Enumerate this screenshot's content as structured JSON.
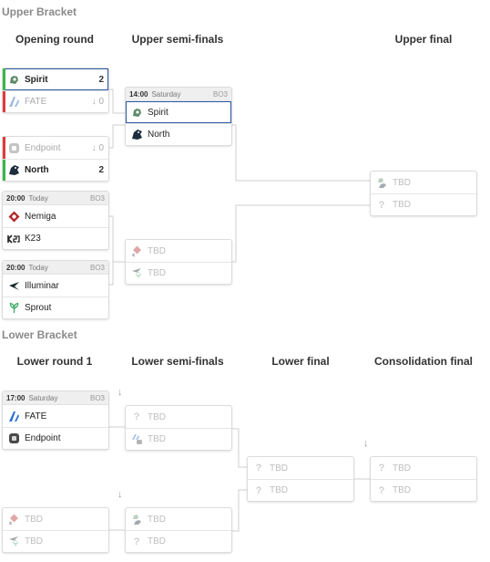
{
  "upper": {
    "title": "Upper Bracket",
    "rounds": [
      "Opening round",
      "Upper semi-finals",
      "Upper final"
    ],
    "m1": {
      "a": {
        "name": "Spirit",
        "score": "2"
      },
      "b": {
        "name": "FATE",
        "score": "0"
      }
    },
    "m2": {
      "a": {
        "name": "Endpoint",
        "score": "0"
      },
      "b": {
        "name": "North",
        "score": "2"
      }
    },
    "m3": {
      "time": "20:00",
      "day": "Today",
      "format": "BO3",
      "a": {
        "name": "Nemiga"
      },
      "b": {
        "name": "K23"
      }
    },
    "m4": {
      "time": "20:00",
      "day": "Today",
      "format": "BO3",
      "a": {
        "name": "Illuminar"
      },
      "b": {
        "name": "Sprout"
      }
    },
    "s1": {
      "time": "14:00",
      "day": "Saturday",
      "format": "BO3",
      "a": {
        "name": "Spirit"
      },
      "b": {
        "name": "North"
      }
    },
    "s2": {
      "a": {
        "name": "TBD"
      },
      "b": {
        "name": "TBD"
      }
    },
    "f1": {
      "a": {
        "name": "TBD"
      },
      "b": {
        "name": "TBD"
      }
    }
  },
  "lower": {
    "title": "Lower Bracket",
    "rounds": [
      "Lower round 1",
      "Lower semi-finals",
      "Lower final",
      "Consolidation final"
    ],
    "l1": {
      "time": "17:00",
      "day": "Saturday",
      "format": "BO3",
      "a": {
        "name": "FATE"
      },
      "b": {
        "name": "Endpoint"
      }
    },
    "l2": {
      "a": {
        "name": "TBD"
      },
      "b": {
        "name": "TBD"
      }
    },
    "ls1": {
      "a": {
        "name": "TBD"
      },
      "b": {
        "name": "TBD"
      }
    },
    "ls2": {
      "a": {
        "name": "TBD"
      },
      "b": {
        "name": "TBD"
      }
    },
    "lf": {
      "a": {
        "name": "TBD"
      },
      "b": {
        "name": "TBD"
      }
    },
    "cf": {
      "a": {
        "name": "TBD"
      },
      "b": {
        "name": "TBD"
      }
    }
  },
  "icons": {
    "drop_arrow": "↓",
    "unknown": "?"
  },
  "colors": {
    "winner": "#3bb54a",
    "loser": "#e03a3a",
    "selected": "#2f5aa8"
  }
}
